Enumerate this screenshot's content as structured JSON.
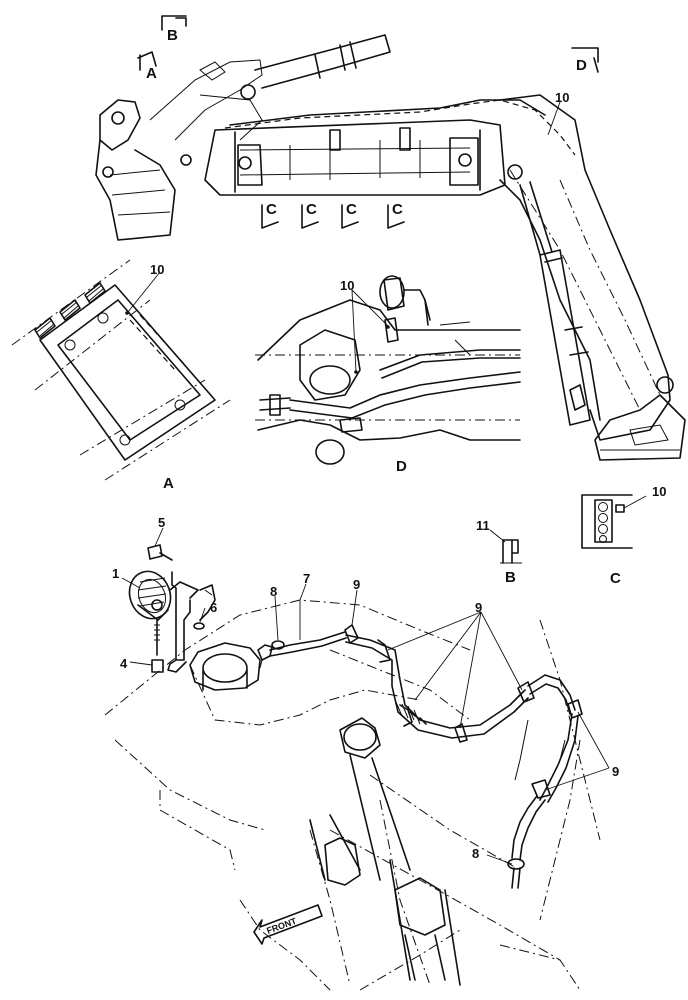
{
  "view_markers": {
    "a": "A",
    "b": "B",
    "c": "C",
    "d": "D"
  },
  "view_captions": {
    "a": "A",
    "b": "B",
    "c": "C",
    "d": "D"
  },
  "part_numbers": {
    "p1": "1",
    "p4": "4",
    "p5": "5",
    "p6": "6",
    "p7": "7",
    "p8": "8",
    "p9": "9",
    "p10": "10",
    "p11": "11"
  },
  "front_arrow_label": "FRONT"
}
